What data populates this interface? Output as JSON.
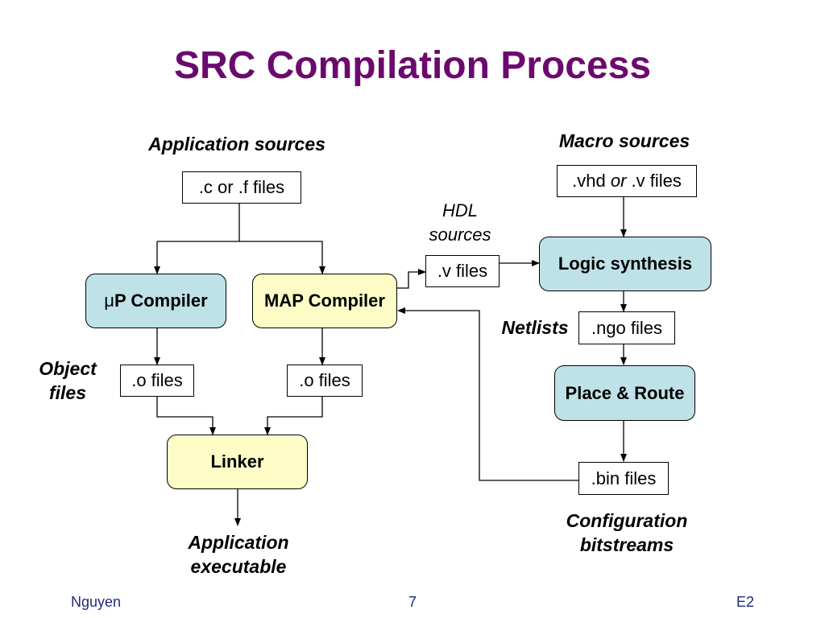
{
  "slide": {
    "title": "SRC Compilation Process"
  },
  "labels": {
    "application_sources": "Application sources",
    "macro_sources": "Macro sources",
    "hdl_sources_line1": "HDL",
    "hdl_sources_line2": "sources",
    "netlists": "Netlists",
    "object_files_line1": "Object",
    "object_files_line2": "files",
    "application_executable_line1": "Application",
    "application_executable_line2": "executable",
    "configuration_bitstreams_line1": "Configuration",
    "configuration_bitstreams_line2": "bitstreams"
  },
  "files": {
    "c_or_f": ".c or .f  files",
    "vhd_part1": ".vhd ",
    "vhd_or": "or",
    "vhd_part2": " .v files",
    "v_files": ".v files",
    "ngo_files": ".ngo files",
    "o_files_left": ".o files",
    "o_files_right": ".o files",
    "bin_files": ".bin files"
  },
  "processes": {
    "up_compiler_symbol": "μ",
    "up_compiler_text": "P Compiler",
    "map_compiler": "MAP Compiler",
    "logic_synthesis": "Logic synthesis",
    "place_route": "Place & Route",
    "linker": "Linker"
  },
  "footer": {
    "author": "Nguyen",
    "page": "7",
    "code": "E2"
  },
  "colors": {
    "title": "#6b0a6e",
    "process_blue": "#bfe2e8",
    "process_yellow": "#fdfcc6",
    "footer_text": "#1f2a80"
  }
}
